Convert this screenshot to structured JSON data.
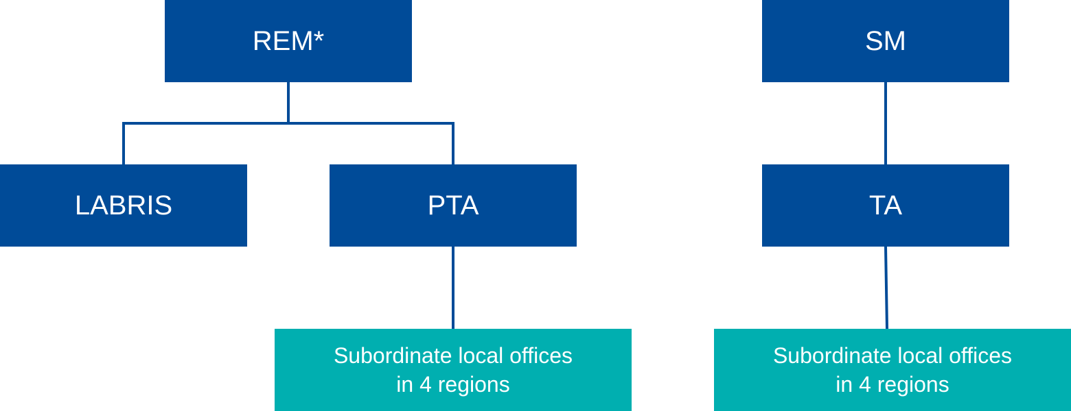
{
  "nodes": {
    "rem": "REM*",
    "labris": "LABRIS",
    "pta": "PTA",
    "pta_sub": {
      "line1": "Subordinate local offices",
      "line2": "in 4 regions"
    },
    "sm": "SM",
    "ta": "TA",
    "ta_sub": {
      "line1": "Subordinate local offices",
      "line2": "in 4 regions"
    }
  },
  "colors": {
    "primary": "#004b98",
    "secondary": "#00afb0"
  }
}
